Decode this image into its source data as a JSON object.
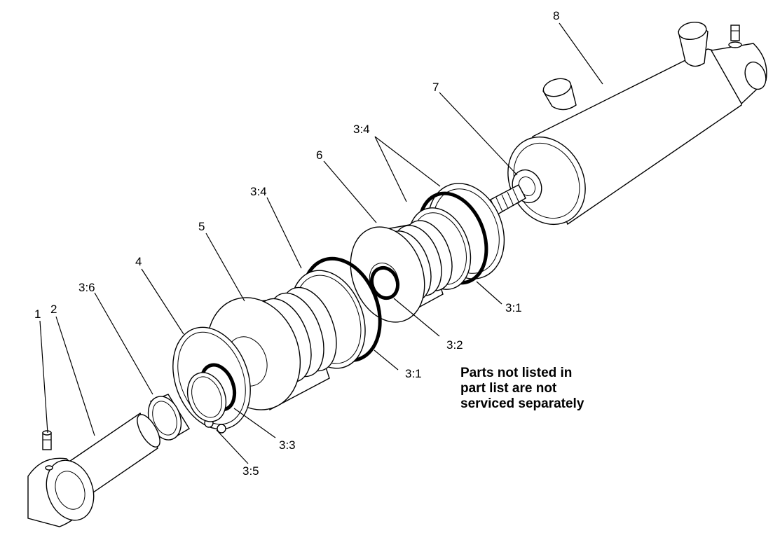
{
  "diagram": {
    "callouts": {
      "c1": "1",
      "c2": "2",
      "c3_6": "3:6",
      "c4": "4",
      "c5": "5",
      "c3_4_mid": "3:4",
      "c6": "6",
      "c3_4_top": "3:4",
      "c7": "7",
      "c8": "8",
      "c3_1_right": "3:1",
      "c3_2": "3:2",
      "c3_1_mid": "3:1",
      "c3_3": "3:3",
      "c3_5": "3:5"
    },
    "note_lines": [
      "Parts not listed in",
      "part list are not",
      "serviced separately"
    ]
  }
}
